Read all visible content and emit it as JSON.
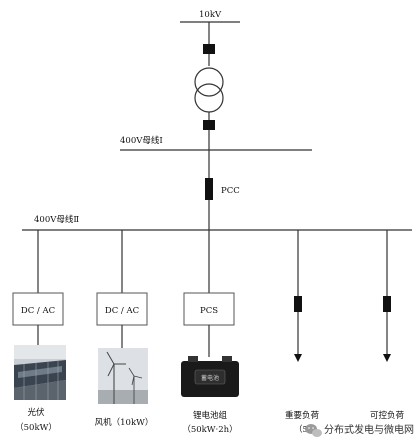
{
  "top": {
    "voltage_label": "10kV"
  },
  "bus1": {
    "label": "400V母线Ⅰ"
  },
  "pcc": {
    "label": "PCC"
  },
  "bus2": {
    "label": "400V母线Ⅱ"
  },
  "branches": [
    {
      "box_label": "DC / AC",
      "name": "光伏",
      "capacity": "（50kW）",
      "image_icon": "solar-panel-icon"
    },
    {
      "box_label": "DC / AC",
      "name": "风机（10kW）",
      "capacity": "",
      "image_icon": "wind-turbine-icon"
    },
    {
      "box_label": "PCS",
      "name": "锂电池组",
      "capacity": "（50kW·2h）",
      "image_icon": "battery-icon",
      "battery_text": "蓄电池"
    },
    {
      "box_label": "",
      "name": "重要负荷",
      "capacity": "（5O",
      "image_icon": ""
    },
    {
      "box_label": "",
      "name": "可控负荷",
      "capacity": "",
      "image_icon": ""
    }
  ],
  "watermark": {
    "text": "分布式发电与微电网",
    "icon": "wechat-icon"
  },
  "colors": {
    "line": "#333333",
    "breaker": "#111111"
  }
}
